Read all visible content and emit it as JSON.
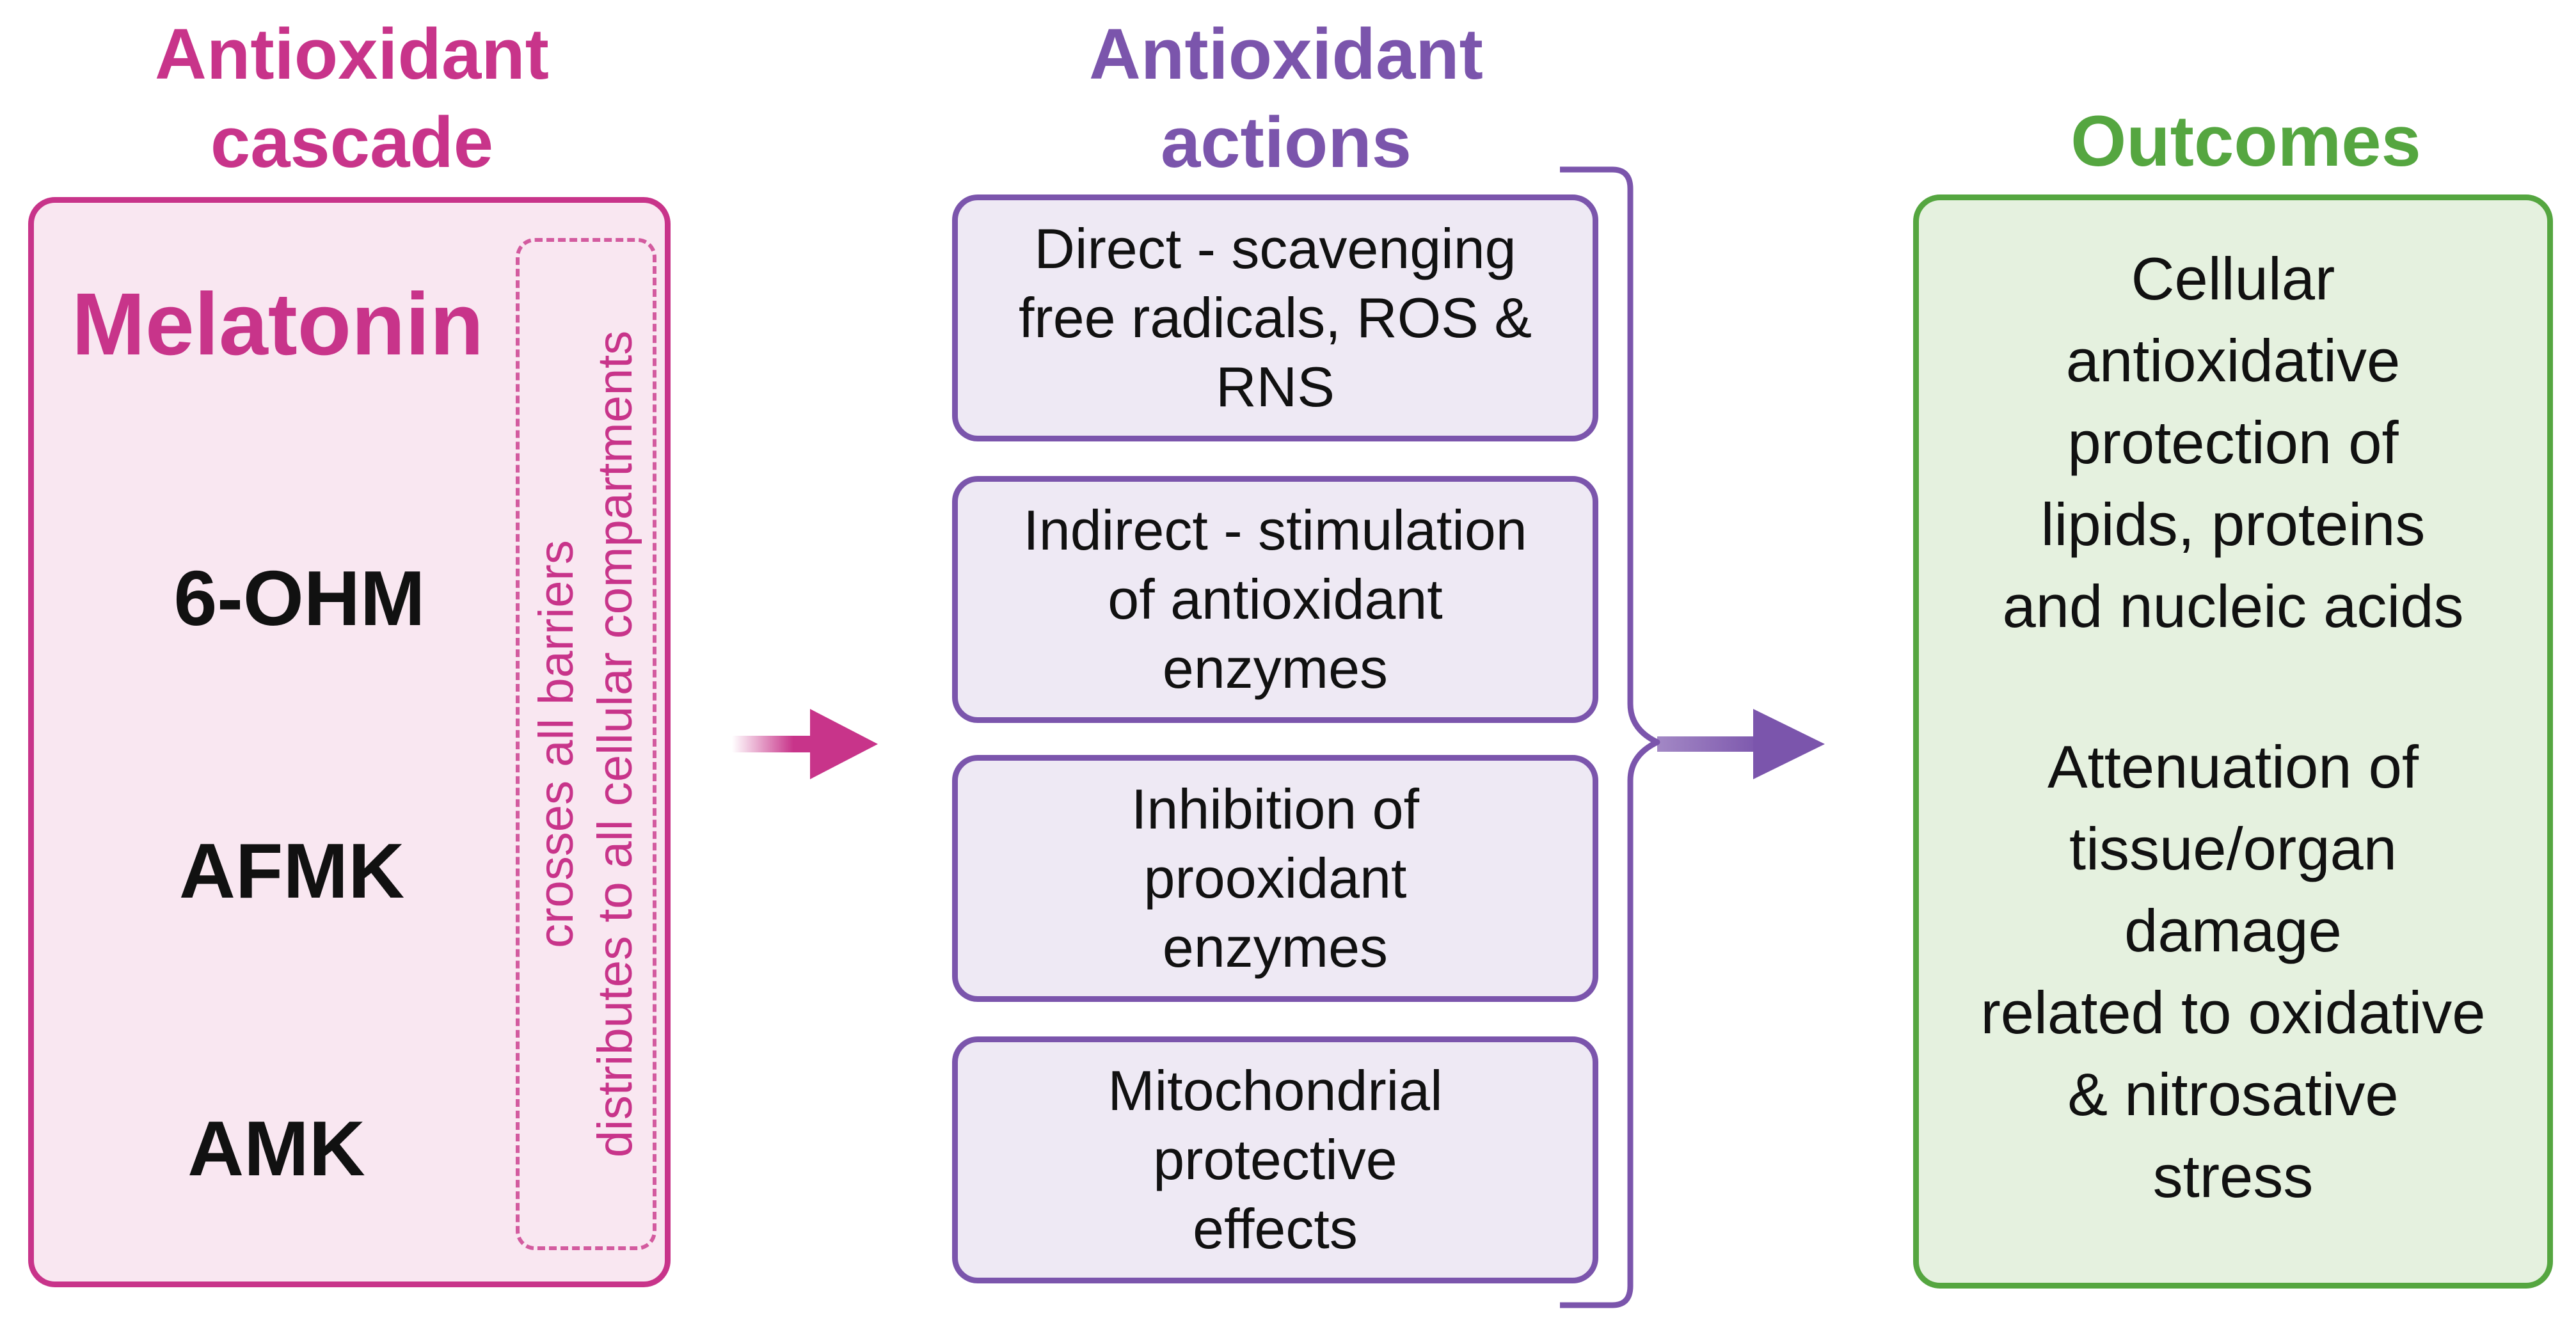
{
  "headings": {
    "cascade": "Antioxidant\ncascade",
    "actions": "Antioxidant\nactions",
    "outcomes": "Outcomes"
  },
  "cascade": {
    "metabolites": [
      "Melatonin",
      "6-OHM",
      "AFMK",
      "AMK"
    ],
    "note_line_1": "crosses all barriers",
    "note_line_2": "distributes to all cellular compartments"
  },
  "actions": [
    "Direct - scavenging\nfree radicals, ROS &\nRNS",
    "Indirect - stimulation\nof antioxidant\nenzymes",
    "Inhibition of\nprooxidant\nenzymes",
    "Mitochondrial\nprotective\neffects"
  ],
  "outcomes": [
    "Cellular\nantioxidative\nprotection of\nlipids, proteins\nand nucleic acids",
    "Attenuation of\ntissue/organ\ndamage\nrelated to oxidative\n& nitrosative\nstress"
  ],
  "colors": {
    "cascade": "#C8348A",
    "cascade_fill": "#F9E7F1",
    "actions": "#7B55AC",
    "actions_fill": "#EEE9F4",
    "outcomes": "#55A640",
    "outcomes_fill": "#E5F1DF",
    "arrow_dark": "#1A1A1A"
  }
}
